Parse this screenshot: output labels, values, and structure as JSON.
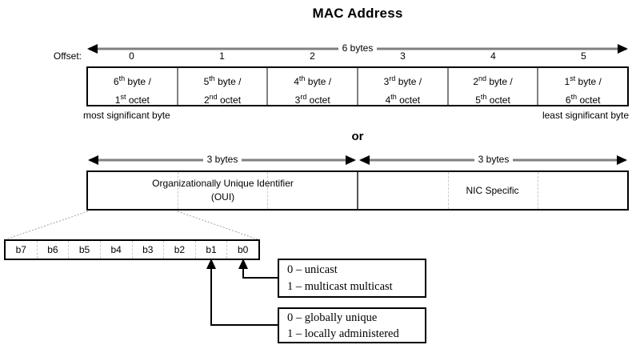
{
  "title": "MAC Address",
  "or_label": "or",
  "top_diagram": {
    "span_arrow_label": "6 bytes",
    "offset_label": "Offset:",
    "offsets": [
      "0",
      "1",
      "2",
      "3",
      "4",
      "5"
    ],
    "cells": [
      {
        "n1": "6",
        "o1": "th",
        "r1": " byte /",
        "n2": "1",
        "o2": "st",
        "r2": " octet"
      },
      {
        "n1": "5",
        "o1": "th",
        "r1": " byte /",
        "n2": "2",
        "o2": "nd",
        "r2": " octet"
      },
      {
        "n1": "4",
        "o1": "th",
        "r1": " byte /",
        "n2": "3",
        "o2": "rd",
        "r2": " octet"
      },
      {
        "n1": "3",
        "o1": "rd",
        "r1": " byte /",
        "n2": "4",
        "o2": "th",
        "r2": " octet"
      },
      {
        "n1": "2",
        "o1": "nd",
        "r1": " byte /",
        "n2": "5",
        "o2": "th",
        "r2": " octet"
      },
      {
        "n1": "1",
        "o1": "st",
        "r1": " byte /",
        "n2": "6",
        "o2": "th",
        "r2": " octet"
      }
    ],
    "msb_label": "most significant byte",
    "lsb_label": "least significant byte"
  },
  "oui_diagram": {
    "left_arrow_label": "3 bytes",
    "right_arrow_label": "3 bytes",
    "oui_line1": "Organizationally Unique Identifier",
    "oui_line2": "(OUI)",
    "nic_label": "NIC Specific"
  },
  "bit_diagram": {
    "bits": [
      "b7",
      "b6",
      "b5",
      "b4",
      "b3",
      "b2",
      "b1",
      "b0"
    ]
  },
  "annotations": {
    "unicast_box": {
      "line1": "0 – unicast",
      "line2": "1 – multicast multicast"
    },
    "admin_box": {
      "line1": "0 – globally unique",
      "line2": "1 – locally administered"
    }
  },
  "colors": {
    "background": "#ffffff",
    "border": "#000000",
    "divider_gray": "#808080",
    "divider_light": "#c9c9c9",
    "mid_divider": "#555555",
    "arrow_line": "#808080",
    "arrow_head": "#000000",
    "dotted_connector": "#a0a0a0"
  }
}
